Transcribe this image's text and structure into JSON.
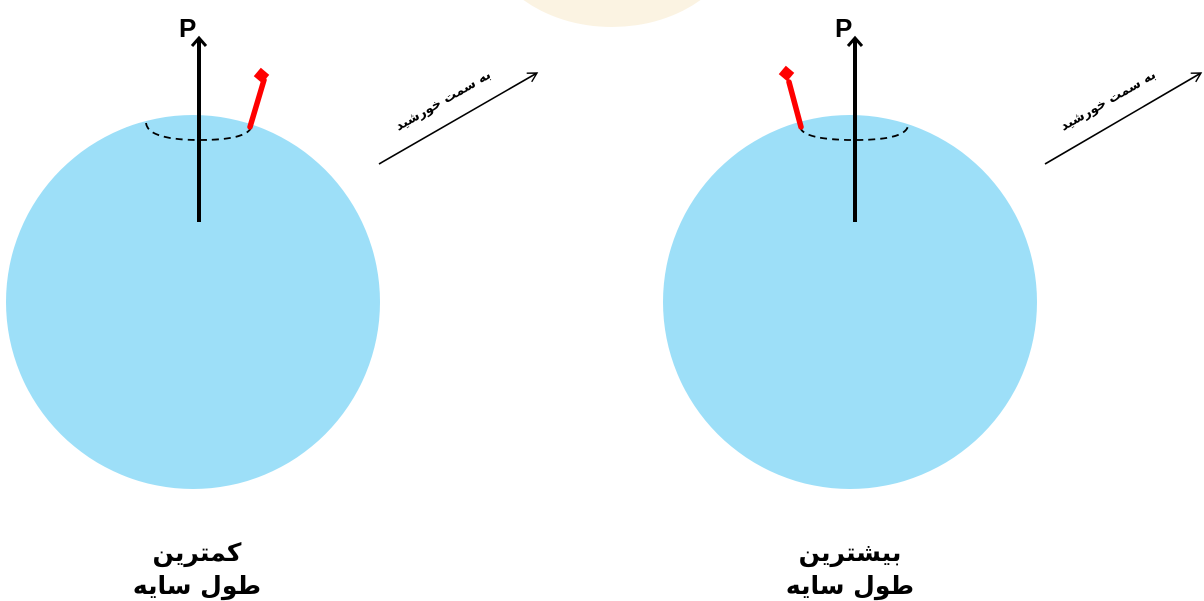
{
  "colors": {
    "globe": "#9ddff8",
    "gnomon": "#ff0000",
    "sun_glow": "#fbf3e2",
    "ink": "#000000"
  },
  "panels": [
    {
      "pole_label": "P",
      "sun_direction_label": "به سمت خورشید",
      "caption_line1": "کمترین",
      "caption_line2": "طول سایه"
    },
    {
      "pole_label": "P",
      "sun_direction_label": "به سمت خورشید",
      "caption_line1": "بیشترین",
      "caption_line2": "طول سایه"
    }
  ]
}
